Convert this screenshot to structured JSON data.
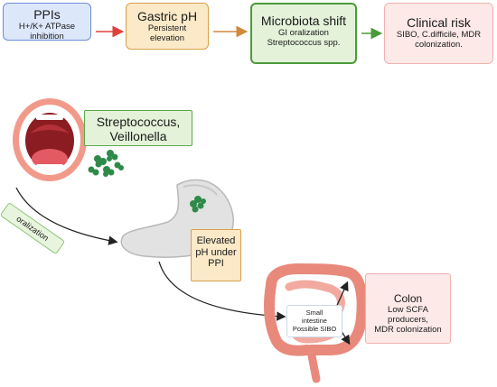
{
  "flow": {
    "ppi": {
      "title": "PPIs",
      "line1": "H+/K+ ATPase",
      "line2": "inhibition"
    },
    "gastric_ph": {
      "title": "Gastric pH",
      "line1": "Persistent",
      "line2": "elevation"
    },
    "microbiota": {
      "title": "Microbiota shift",
      "line1": "GI oralization",
      "line2": "Streptococcus spp."
    },
    "clinical_risk": {
      "title": "Clinical risk",
      "line1": "SIBO, C.difficile, MDR",
      "line2": "colonization."
    }
  },
  "oral": {
    "line1": "Streptococcus,",
    "line2": "Veillonella"
  },
  "path_label": "oralization",
  "stomach": {
    "line1": "Elevated",
    "line2": "pH under",
    "line3": "PPI"
  },
  "small_intestine": {
    "line1": "Small",
    "line2": "intestine",
    "line3": "Possible SIBO"
  },
  "colon": {
    "title": "Colon",
    "line1": "Low SCFA",
    "line2": "producers,",
    "line3": "MDR colonization"
  },
  "colors": {
    "ppi_fill": "#dde7fa",
    "ph_fill": "#fbe9c8",
    "microbiota_fill": "#e3f2d9",
    "risk_fill": "#fde9e8",
    "arrow_red": "#e0403a",
    "arrow_orange": "#d08a3a",
    "arrow_green": "#4b9a3a",
    "bacteria_green": "#2f8a4a"
  }
}
